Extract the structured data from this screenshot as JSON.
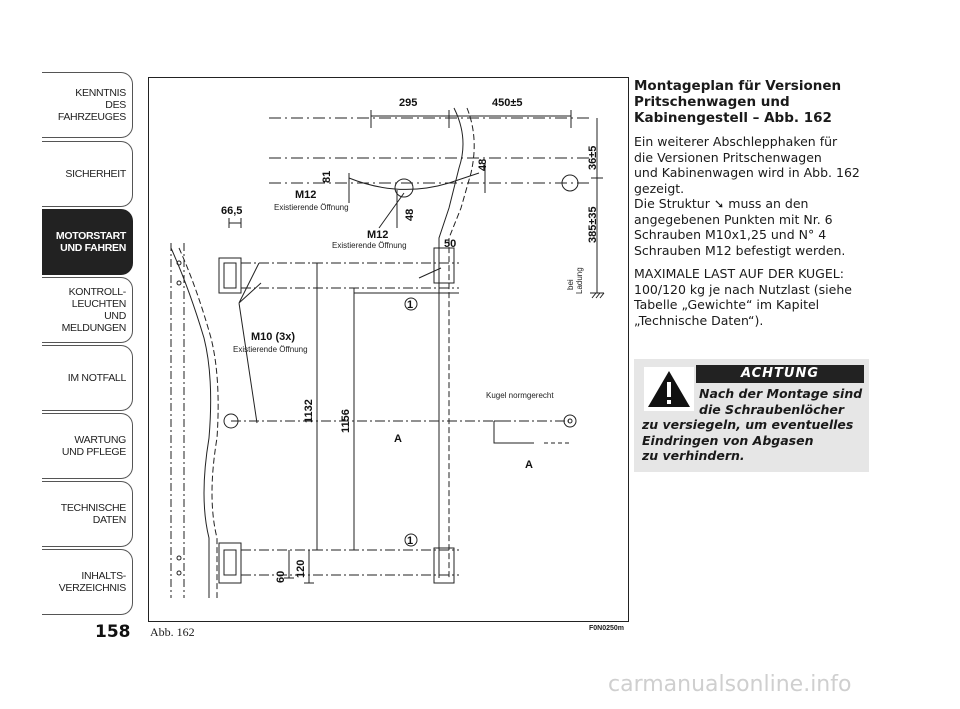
{
  "nav": {
    "tabs": [
      {
        "label": "KENNTNIS\nDES FAHRZEUGES",
        "active": false
      },
      {
        "label": "SICHERHEIT",
        "active": false
      },
      {
        "label": "MOTORSTART\nUND FAHREN",
        "active": true
      },
      {
        "label": "KONTROLL-\nLEUCHTEN\nUND MELDUNGEN",
        "active": false
      },
      {
        "label": "IM NOTFALL",
        "active": false
      },
      {
        "label": "WARTUNG\nUND PFLEGE",
        "active": false
      },
      {
        "label": "TECHNISCHE\nDATEN",
        "active": false
      },
      {
        "label": "INHALTS-\nVERZEICHNIS",
        "active": false
      }
    ]
  },
  "page_number": "158",
  "figure": {
    "caption": "Abb. 162",
    "code": "F0N0250m",
    "dims": {
      "d295": "295",
      "d450": "450±5",
      "d36": "36±5",
      "d385": "385±35",
      "d81": "81",
      "d48a": "48",
      "d48b": "48",
      "d50": "50",
      "d665": "66,5",
      "d1132": "1132",
      "d1156": "1156",
      "d60": "60",
      "d120": "120"
    },
    "labels": {
      "m12_top": "M12",
      "m12_top_sub": "Existierende Öffnung",
      "m12_mid": "M12",
      "m12_mid_sub": "Existierende Öffnung",
      "m10": "M10 (3x)",
      "m10_sub": "Existierende Öffnung",
      "kugel": "Kugel normgerecht",
      "bei": "bei",
      "ladung": "Ladung",
      "a1": "A",
      "a2": "A",
      "n1": "1",
      "n2": "1"
    }
  },
  "heading": "Montageplan für Versionen\nPritschenwagen und\nKabinengestell – Abb. 162",
  "para1": "Ein weiterer Abschlepphaken für\ndie Versionen Pritschenwagen\nund Kabinenwagen wird in Abb. 162\ngezeigt.\nDie Struktur ➘ muss an den\nangegebenen Punkten mit Nr. 6\nSchrauben M10x1,25 und N° 4\nSchrauben M12 befestigt werden.",
  "para2": "MAXIMALE LAST AUF DER KUGEL:\n100/120 kg je nach Nutzlast (siehe\nTabelle „Gewichte“ im Kapitel\n„Technische Daten“).",
  "warning": {
    "banner": "ACHTUNG",
    "first": "Nach der Montage sind\ndie Schraubenlöcher",
    "rest": "zu versiegeln, um eventuelles\nEindringen von Abgasen\nzu verhindern."
  },
  "watermark": "carmanualsonline.info"
}
